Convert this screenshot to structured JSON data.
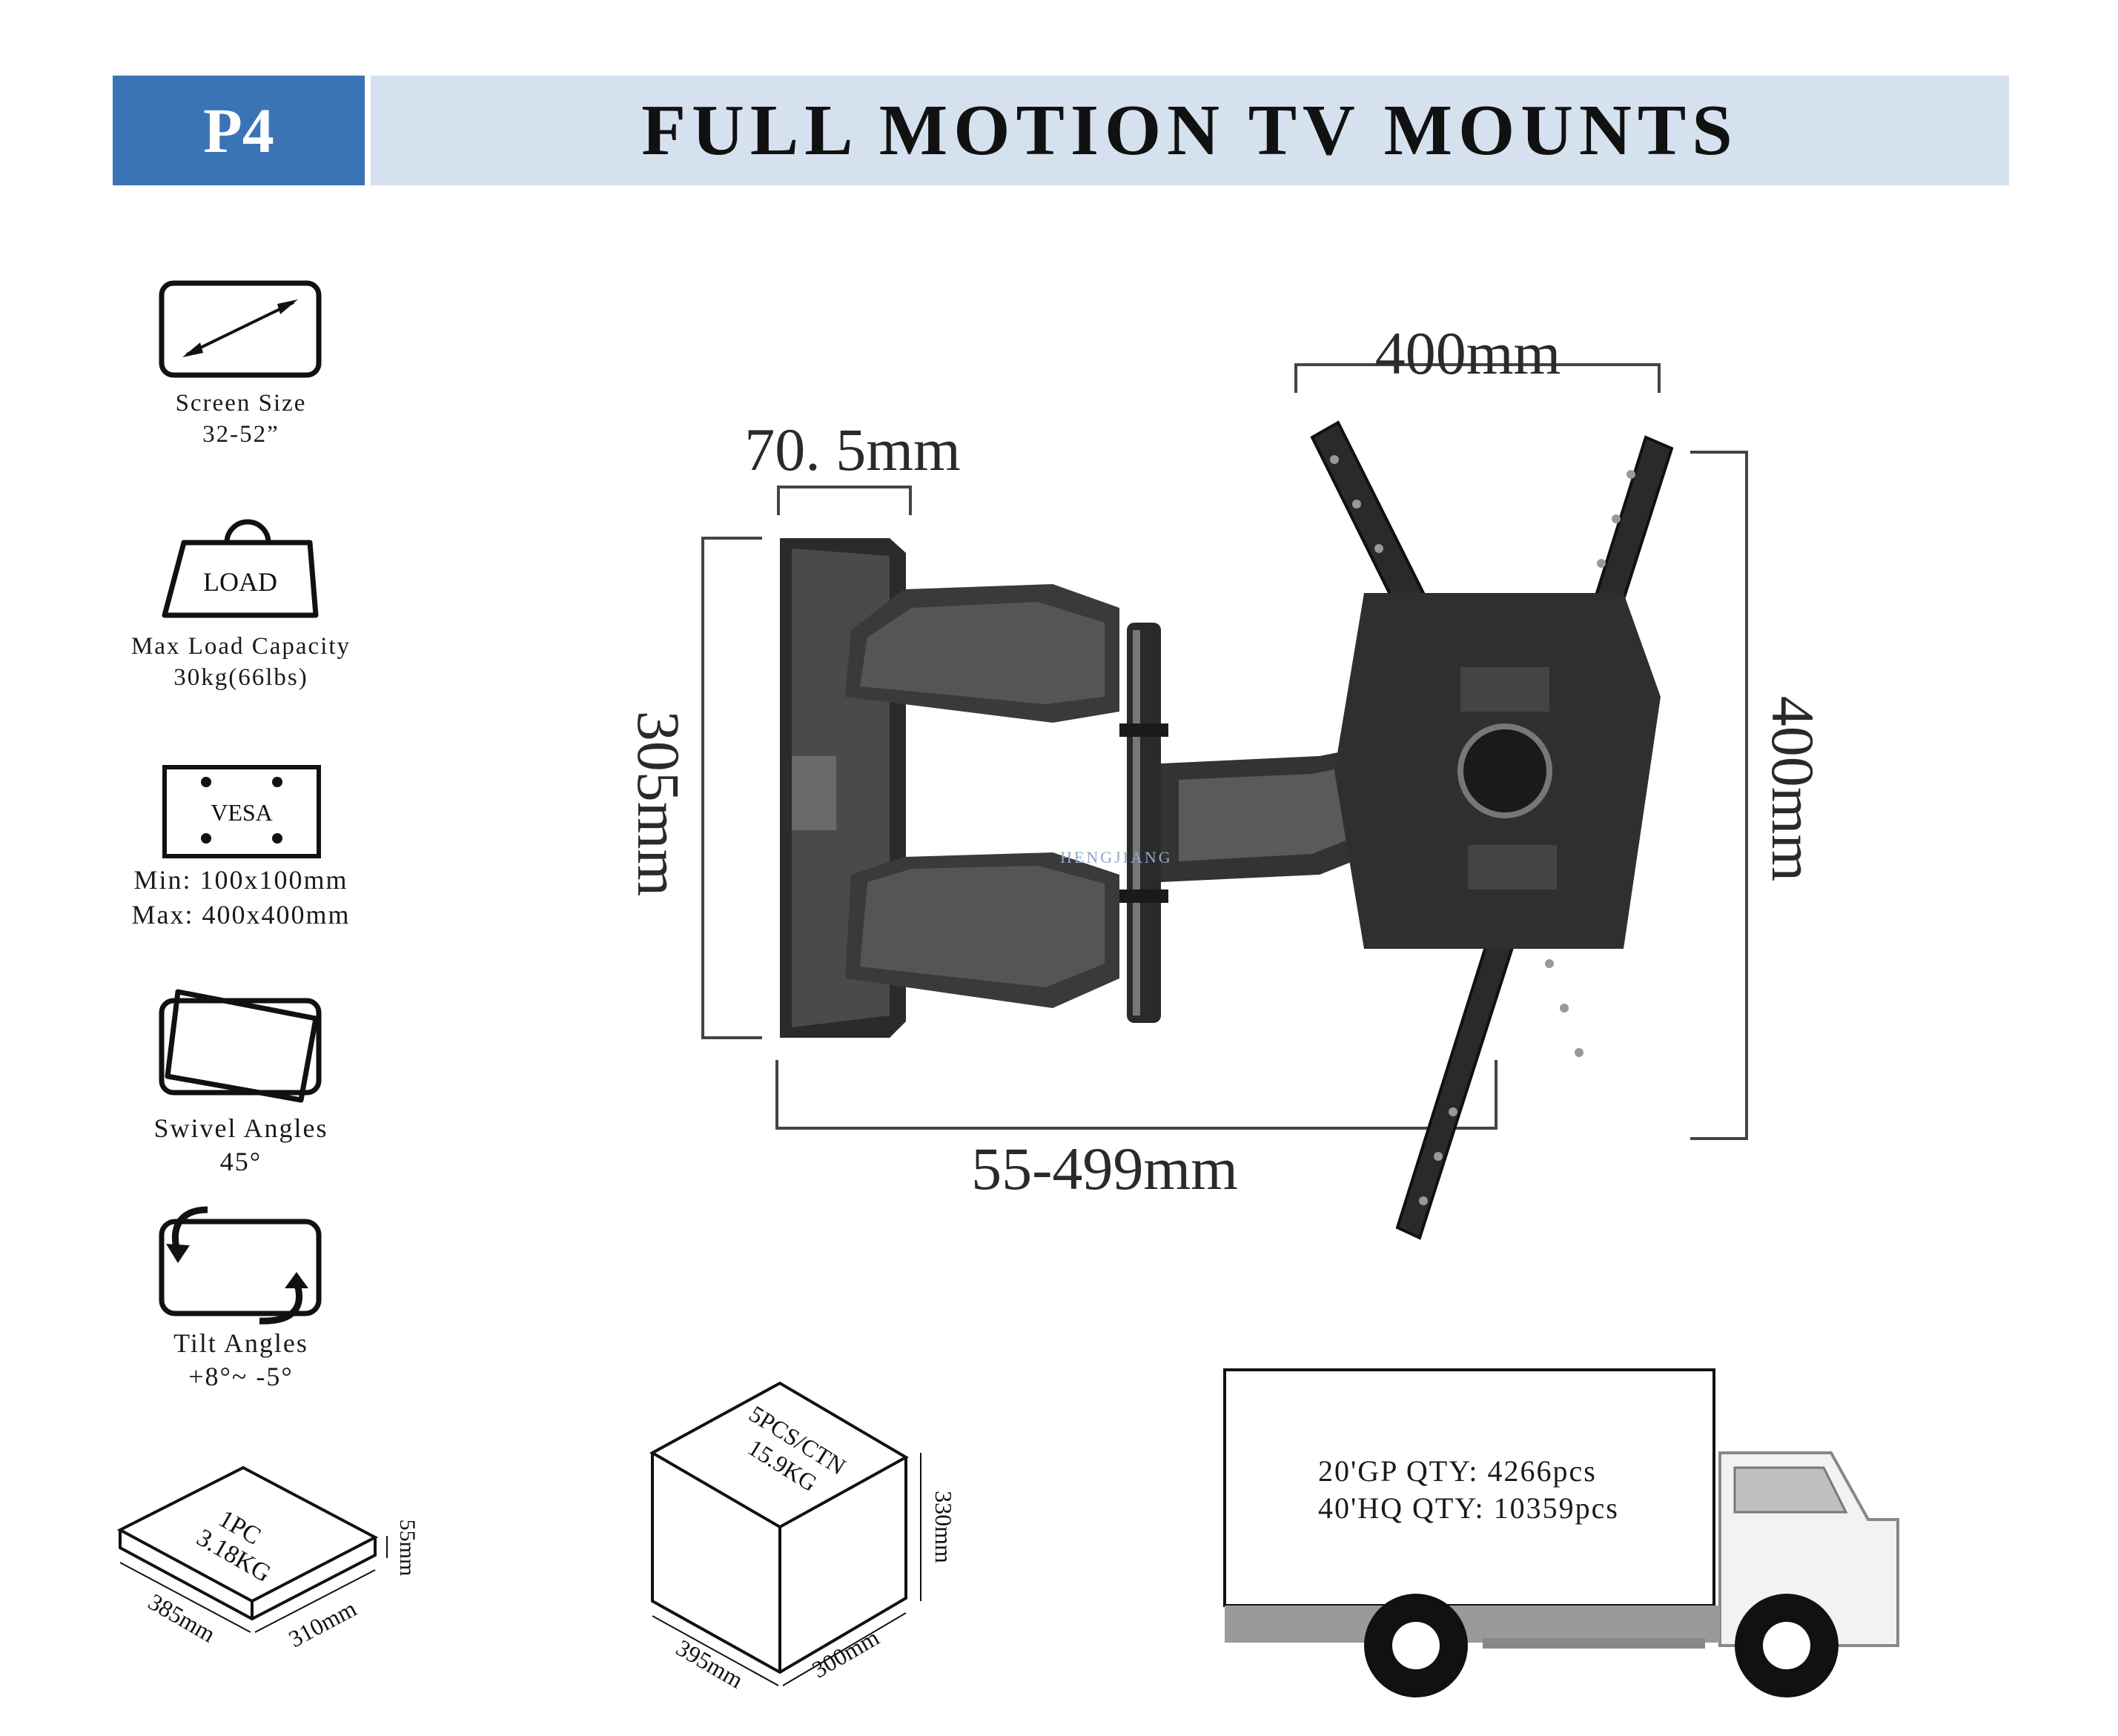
{
  "header": {
    "page_code": "P4",
    "title": "FULL MOTION TV MOUNTS"
  },
  "specs": {
    "screen_size": {
      "label": "Screen Size",
      "value": "32-52”"
    },
    "load": {
      "icon_text": "LOAD",
      "label": "Max Load Capacity",
      "value": "30kg(66lbs)"
    },
    "vesa": {
      "icon_text": "VESA",
      "min": "Min: 100x100mm",
      "max": "Max: 400x400mm"
    },
    "swivel": {
      "label": "Swivel Angles",
      "value": "45°"
    },
    "tilt": {
      "label": "Tilt Angles",
      "value": "+8°~ -5°"
    }
  },
  "diagram": {
    "dim_top_plate": "400mm",
    "dim_wall_plate_depth": "70. 5mm",
    "dim_wall_plate_height": "305mm",
    "dim_vertical_plate": "400mm",
    "dim_extension": "55-499mm",
    "watermark": "HENGJIANG"
  },
  "packaging": {
    "single": {
      "pcs": "1PC",
      "weight": "3.18KG",
      "height": "55mm",
      "length": "385mm",
      "width": "310mm"
    },
    "carton": {
      "pcs": "5PCS/CTN",
      "weight": "15.9KG",
      "height": "330mm",
      "length": "395mm",
      "width": "300mm"
    }
  },
  "shipping": {
    "gp20": "20'GP QTY: 4266pcs",
    "hq40": "40'HQ QTY: 10359pcs"
  }
}
